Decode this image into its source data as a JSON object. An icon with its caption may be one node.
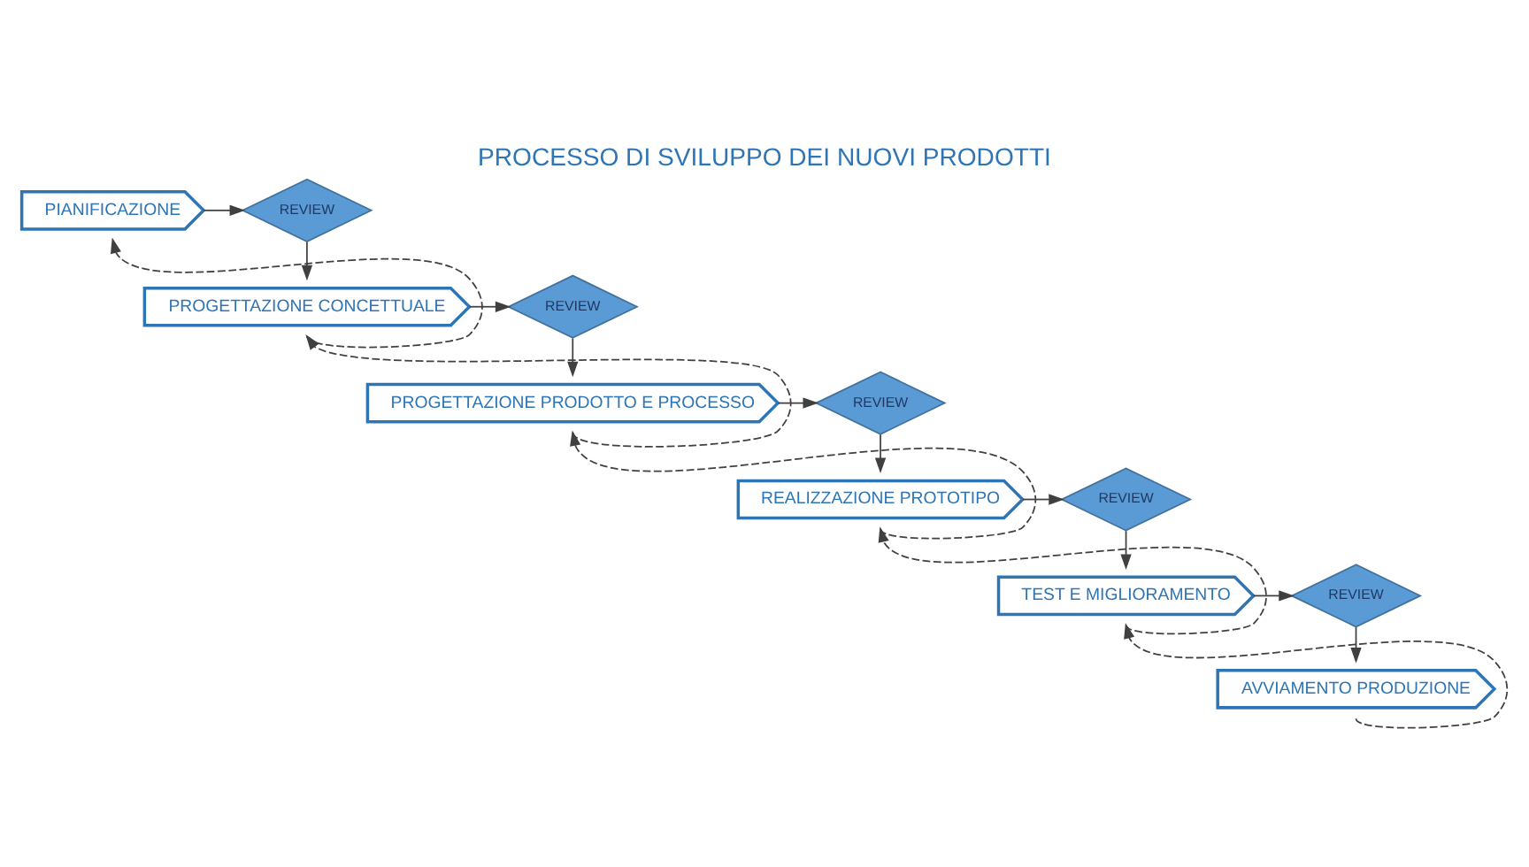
{
  "diagram": {
    "title": "PROCESSO DI SVILUPPO DEI NUOVI PRODOTTI",
    "nodes": [
      {
        "text": [
          "PIANIFICAZIONE"
        ]
      },
      {
        "text": [
          "REVIEW"
        ]
      },
      {
        "text": [
          "PROGETTAZIONE CONCETTUALE"
        ]
      },
      {
        "text": [
          "REVIEW"
        ]
      },
      {
        "text": [
          "PROGETTAZIONE PRODOTTO E PROCESSO"
        ]
      },
      {
        "text": [
          "REVIEW"
        ]
      },
      {
        "text": [
          "REALIZZAZIONE PROTOTIPO"
        ]
      },
      {
        "text": [
          "REVIEW"
        ]
      },
      {
        "text": [
          "TEST E MIGLIORAMENTO"
        ]
      },
      {
        "text": [
          "REVIEW"
        ]
      },
      {
        "text": [
          "AVVIAMENTO PRODUZIONE"
        ]
      }
    ],
    "edges": [
      {
        "from": 0,
        "to": 1,
        "arrow": "to"
      },
      {
        "from": 1,
        "to": 2,
        "arrow": "to"
      },
      {
        "from": 2,
        "to": 0,
        "arrow": "to",
        "style": "dashed"
      },
      {
        "from": 2,
        "to": 3,
        "arrow": "to"
      },
      {
        "from": 3,
        "to": 4,
        "arrow": "to"
      },
      {
        "from": 4,
        "to": 2,
        "arrow": "to",
        "style": "dashed"
      },
      {
        "from": 4,
        "to": 5,
        "arrow": "to"
      },
      {
        "from": 5,
        "to": 6,
        "arrow": "to"
      },
      {
        "from": 6,
        "to": 4,
        "arrow": "to",
        "style": "dashed"
      },
      {
        "from": 6,
        "to": 7,
        "arrow": "to"
      },
      {
        "from": 7,
        "to": 8,
        "arrow": "to"
      },
      {
        "from": 8,
        "to": 6,
        "arrow": "to",
        "style": "dashed"
      },
      {
        "from": 8,
        "to": 9,
        "arrow": "to"
      },
      {
        "from": 9,
        "to": 10,
        "arrow": "to"
      },
      {
        "from": 10,
        "to": 8,
        "arrow": "to",
        "style": "dashed"
      }
    ]
  }
}
